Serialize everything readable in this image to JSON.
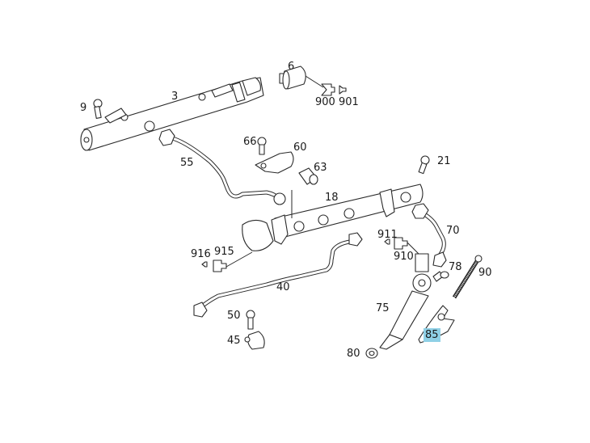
{
  "diagram": {
    "title": "Fuel rail and injector assembly (exploded parts diagram)",
    "highlight_color": "#8fd0e6",
    "parts": [
      {
        "id": "3",
        "name": "fuel-rail-upper"
      },
      {
        "id": "9",
        "name": "bolt"
      },
      {
        "id": "6",
        "name": "pressure-sensor"
      },
      {
        "id": "900",
        "name": "connector"
      },
      {
        "id": "901",
        "name": "pin"
      },
      {
        "id": "66",
        "name": "bolt"
      },
      {
        "id": "60",
        "name": "bracket"
      },
      {
        "id": "63",
        "name": "bushing"
      },
      {
        "id": "55",
        "name": "fuel-line"
      },
      {
        "id": "21",
        "name": "bolt"
      },
      {
        "id": "18",
        "name": "fuel-rail-lower"
      },
      {
        "id": "70",
        "name": "injector-line"
      },
      {
        "id": "911",
        "name": "pin"
      },
      {
        "id": "910",
        "name": "connector"
      },
      {
        "id": "916",
        "name": "pin"
      },
      {
        "id": "915",
        "name": "connector"
      },
      {
        "id": "78",
        "name": "o-ring"
      },
      {
        "id": "90",
        "name": "stud"
      },
      {
        "id": "40",
        "name": "fuel-line"
      },
      {
        "id": "75",
        "name": "injector"
      },
      {
        "id": "50",
        "name": "bolt"
      },
      {
        "id": "45",
        "name": "clip"
      },
      {
        "id": "85",
        "name": "clamp",
        "highlighted": true
      },
      {
        "id": "80",
        "name": "seal-washer"
      }
    ]
  }
}
